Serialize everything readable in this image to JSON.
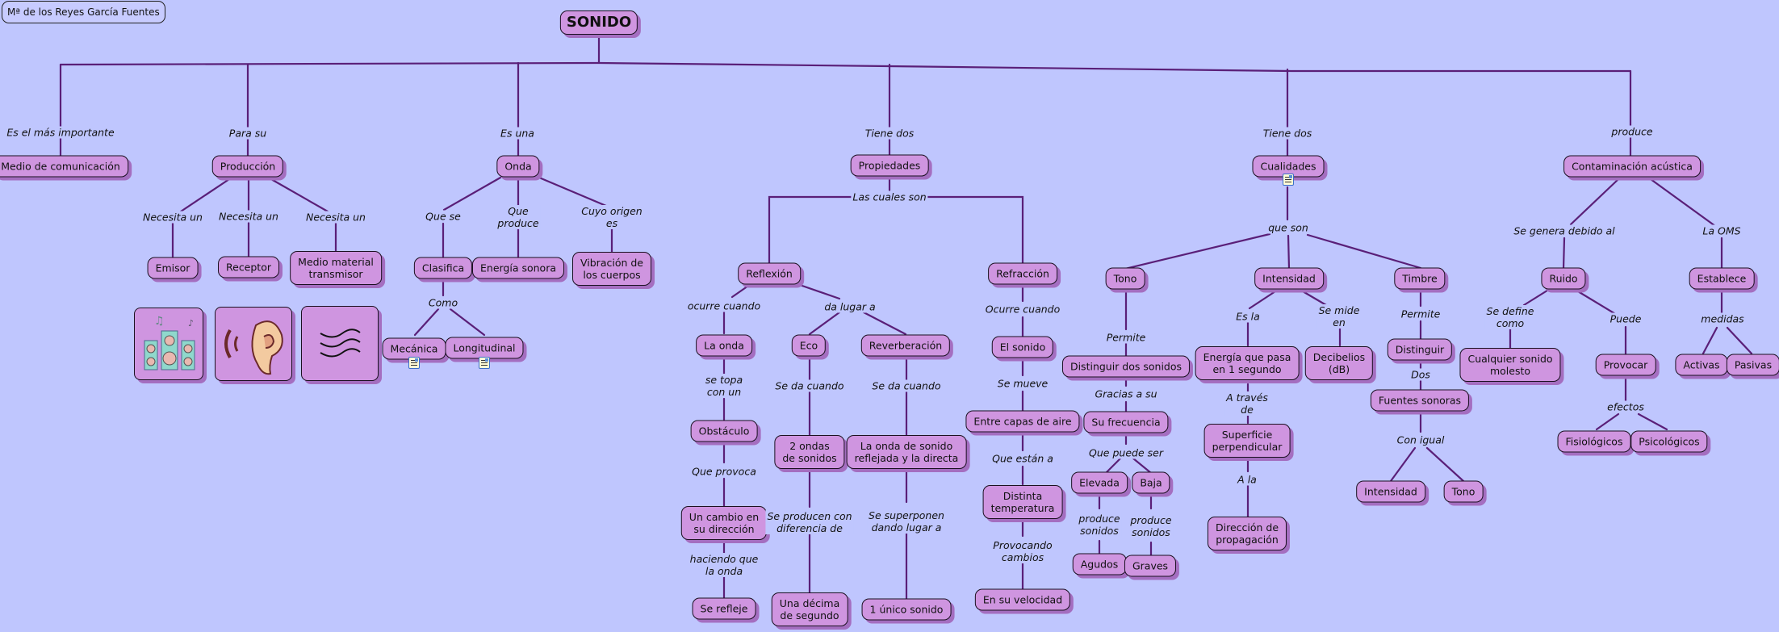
{
  "author": "Mª de los Reyes García Fuentes",
  "root": "SONIDO",
  "colors": {
    "background": "#bfc6fe",
    "node_fill": "#cf95e0",
    "line": "#5a1f78",
    "shadow": "#a46ec0"
  },
  "nodes": {
    "medio": "Medio de comunicación",
    "produccion": "Producción",
    "emisor": "Emisor",
    "receptor": "Receptor",
    "medio_material": "Medio material\ntransmisor",
    "onda": "Onda",
    "clasifica": "Clasifica",
    "energia_sonora": "Energía sonora",
    "vibracion": "Vibración de\nlos cuerpos",
    "mecanica": "Mecánica",
    "longitudinal": "Longitudinal",
    "propiedades": "Propiedades",
    "reflexion": "Reflexión",
    "refraccion": "Refracción",
    "la_onda": "La onda",
    "obstaculo": "Obstáculo",
    "cambio": "Un cambio en\nsu dirección",
    "se_refleje": "Se refleje",
    "eco": "Eco",
    "dos_ondas": "2 ondas\nde sonidos",
    "decima": "Una décima\nde segundo",
    "reverberacion": "Reverberación",
    "onda_reflejada": "La onda de sonido\nreflejada y la directa",
    "unico_sonido": "1 único sonido",
    "el_sonido": "El sonido",
    "capas_aire": "Entre capas de aire",
    "distinta_temp": "Distinta\ntemperatura",
    "velocidad": "En su velocidad",
    "cualidades": "Cualidades",
    "tono": "Tono",
    "distinguir_dos": "Distinguir dos sonidos",
    "su_frecuencia": "Su frecuencia",
    "elevada": "Elevada",
    "baja": "Baja",
    "agudos": "Agudos",
    "graves": "Graves",
    "intensidad": "Intensidad",
    "energia_pasa": "Energía que pasa\nen 1 segundo",
    "decibelios": "Decibelios\n(dB)",
    "superficie": "Superficie\nperpendicular",
    "direccion": "Dirección de\npropagación",
    "timbre": "Timbre",
    "distinguir": "Distinguir",
    "fuentes": "Fuentes sonoras",
    "t_intensidad": "Intensidad",
    "t_tono": "Tono",
    "contaminacion": "Contaminación acústica",
    "ruido": "Ruido",
    "cualquier": "Cualquier sonido\nmolesto",
    "provocar": "Provocar",
    "fisiologicos": "Fisiológicos",
    "psicologicos": "Psicológicos",
    "establece": "Establece",
    "activas": "Activas",
    "pasivas": "Pasivas"
  },
  "links": {
    "es_el_mas": "Es el más importante",
    "para_su": "Para su",
    "necesita1": "Necesita un",
    "necesita2": "Necesita un",
    "necesita3": "Necesita un",
    "es_una": "Es una",
    "que_se": "Que se",
    "que_produce": "Que\nproduce",
    "cuyo_origen": "Cuyo origen\nes",
    "como": "Como",
    "tiene_dos_1": "Tiene dos",
    "las_cuales": "Las cuales son",
    "ocurre_cuando": "ocurre cuando",
    "se_topa": "se topa\ncon un",
    "que_provoca": "Que provoca",
    "haciendo": "haciendo que\nla onda",
    "da_lugar": "da lugar a",
    "se_da_1": "Se da cuando",
    "se_producen": "Se producen con\ndiferencia de",
    "se_da_2": "Se da cuando",
    "se_superponen": "Se superponen\ndando lugar a",
    "ocurre_cuando_2": "Ocurre cuando",
    "se_mueve": "Se mueve",
    "que_estan": "Que están a",
    "provocando": "Provocando\ncambios",
    "tiene_dos_2": "Tiene dos",
    "que_son": "que son",
    "permite_1": "Permite",
    "gracias": "Gracias a su",
    "que_puede": "Que puede ser",
    "produce_son_1": "produce\nsonidos",
    "produce_son_2": "produce\nsonidos",
    "es_la": "Es la",
    "se_mide": "Se mide\nen",
    "a_traves": "A través\nde",
    "a_la": "A la",
    "permite_2": "Permite",
    "dos": "Dos",
    "con_igual": "Con igual",
    "produce": "produce",
    "se_genera": "Se genera debido al",
    "la_oms": "La OMS",
    "se_define": "Se define\ncomo",
    "puede": "Puede",
    "efectos": "efectos",
    "medidas": "medidas"
  },
  "images": [
    {
      "name": "speakers-image",
      "icon": "speakers-music-icon"
    },
    {
      "name": "ear-image",
      "icon": "ear-sound-icon"
    },
    {
      "name": "waves-image",
      "icon": "air-waves-icon"
    }
  ],
  "attachments": [
    "mecanica",
    "longitudinal",
    "cualidades"
  ]
}
